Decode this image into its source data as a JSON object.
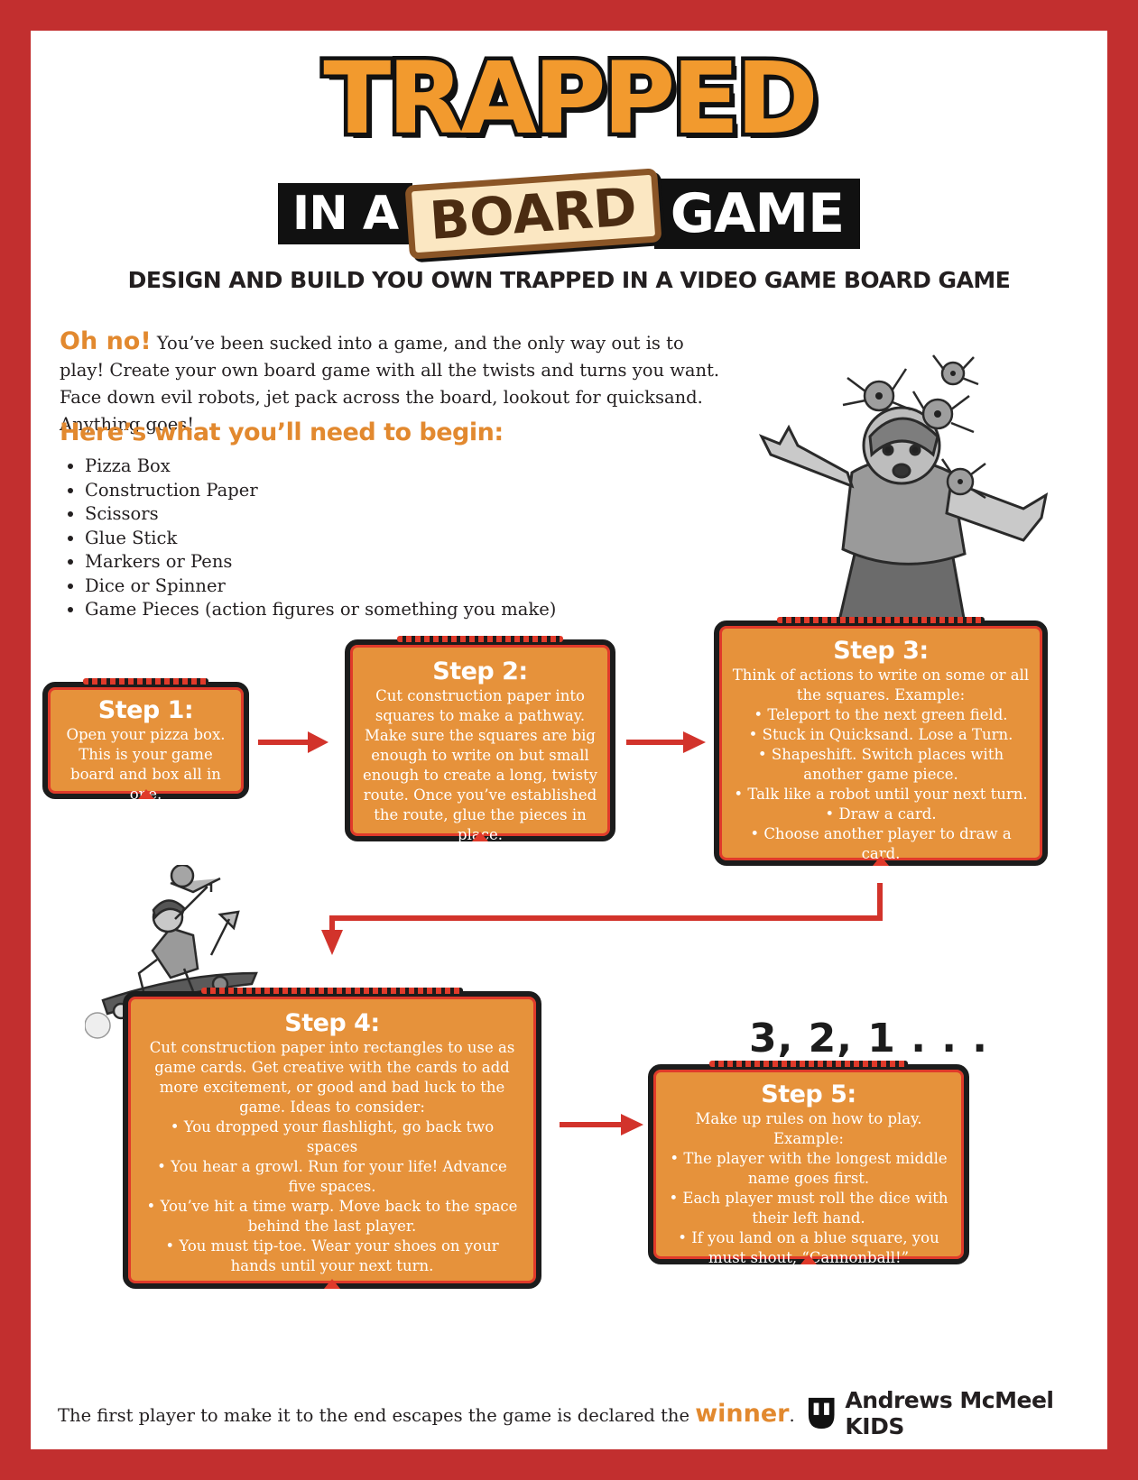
{
  "logo": {
    "line1": "TRAPPED",
    "in_a": "IN A",
    "board": "BOARD",
    "game": "GAME"
  },
  "subtitle": "DESIGN AND BUILD YOU OWN TRAPPED IN A VIDEO GAME BOARD GAME",
  "intro": {
    "lead": "Oh no!",
    "text": " You’ve been sucked into a game, and the only way out is to play! Create your own board game with all the twists and turns you want. Face down evil robots, jet pack across the board, lookout for quicksand. Anything goes!"
  },
  "supplies": {
    "title": "Here’s what you’ll need to begin:",
    "items": [
      "Pizza Box",
      "Construction Paper",
      "Scissors",
      "Glue Stick",
      "Markers or Pens",
      "Dice or Spinner",
      "Game Pieces (action figures or something you make)"
    ]
  },
  "steps": [
    {
      "title": "Step 1:",
      "body": "Open your pizza box. This is your game board and box all in one."
    },
    {
      "title": "Step 2:",
      "body": "Cut construction paper into squares to make a pathway. Make sure the squares are big enough to write on but small enough to create a long, twisty route. Once you’ve established the route, glue the pieces in place."
    },
    {
      "title": "Step 3:",
      "body": "Think of actions to write on some or all the squares. Example:",
      "items": [
        "Teleport to the next green field.",
        "Stuck in Quicksand. Lose a Turn.",
        "Shapeshift. Switch places with another game piece.",
        "Talk like a robot until your next turn.",
        "Draw a card.",
        "Choose another player to draw a card."
      ]
    },
    {
      "title": "Step 4:",
      "body": "Cut construction paper into rectangles to use as game cards. Get creative with the cards to add more excitement, or good and bad luck to the game. Ideas to consider:",
      "items": [
        "You dropped your flashlight, go back two spaces",
        "You hear a growl. Run for your life! Advance five spaces.",
        "You’ve hit a time warp. Move back to the space behind the last player.",
        "You must tip-toe. Wear your shoes on your hands until your next turn."
      ]
    },
    {
      "title": "Step 5:",
      "body": "Make up rules on how to play. Example:",
      "items": [
        "The player with the longest middle name goes first.",
        "Each player must roll the dice with their left hand.",
        "If you land on a blue square, you must shout, “Cannonball!”"
      ]
    }
  ],
  "countdown": "3, 2, 1 . . .",
  "footer": {
    "text": "The first player to make it to the end escapes the game is declared the ",
    "highlight": "winner",
    "end": "."
  },
  "brand": {
    "name": "Andrews McMeel KIDS"
  },
  "colors": {
    "frame": "#c22f2f",
    "card": "#e6923b",
    "accent_orange": "#e2892f",
    "arrow_red": "#d2332b"
  }
}
